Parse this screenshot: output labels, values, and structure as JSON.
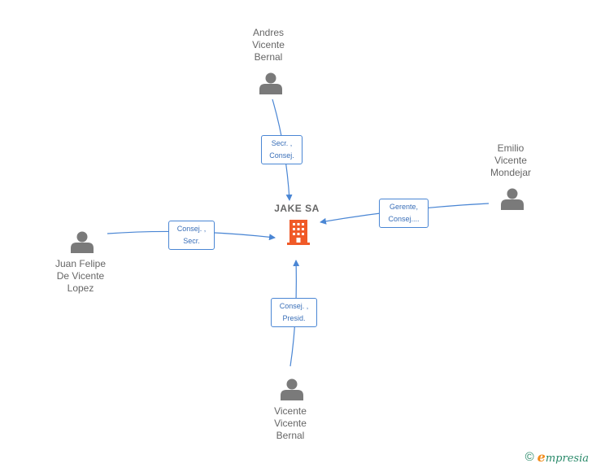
{
  "company": {
    "name": "JAKE SA",
    "icon": "building-icon",
    "color": "#f05a28"
  },
  "people": [
    {
      "id": "andres",
      "name_lines": [
        "Andres",
        "Vicente",
        "Bernal"
      ],
      "icon": "person-icon"
    },
    {
      "id": "emilio",
      "name_lines": [
        "Emilio",
        "Vicente",
        "Mondejar"
      ],
      "icon": "person-icon"
    },
    {
      "id": "juan",
      "name_lines": [
        "Juan Felipe",
        "De Vicente",
        "Lopez"
      ],
      "icon": "person-icon"
    },
    {
      "id": "vicente",
      "name_lines": [
        "Vicente",
        "Vicente",
        "Bernal"
      ],
      "icon": "person-icon"
    }
  ],
  "relations": [
    {
      "from": "andres",
      "label_lines": [
        "Secr. ,",
        "Consej."
      ]
    },
    {
      "from": "emilio",
      "label_lines": [
        "Gerente,",
        "Consej...."
      ]
    },
    {
      "from": "juan",
      "label_lines": [
        "Consej. ,",
        "Secr."
      ]
    },
    {
      "from": "vicente",
      "label_lines": [
        "Consej. ,",
        "Presid."
      ]
    }
  ],
  "colors": {
    "edge": "#4a86d4",
    "person": "#7a7a7a",
    "text": "#666666"
  },
  "footer": {
    "copyright_symbol": "©",
    "brand_initial": "e",
    "brand_rest": "mpresia"
  }
}
